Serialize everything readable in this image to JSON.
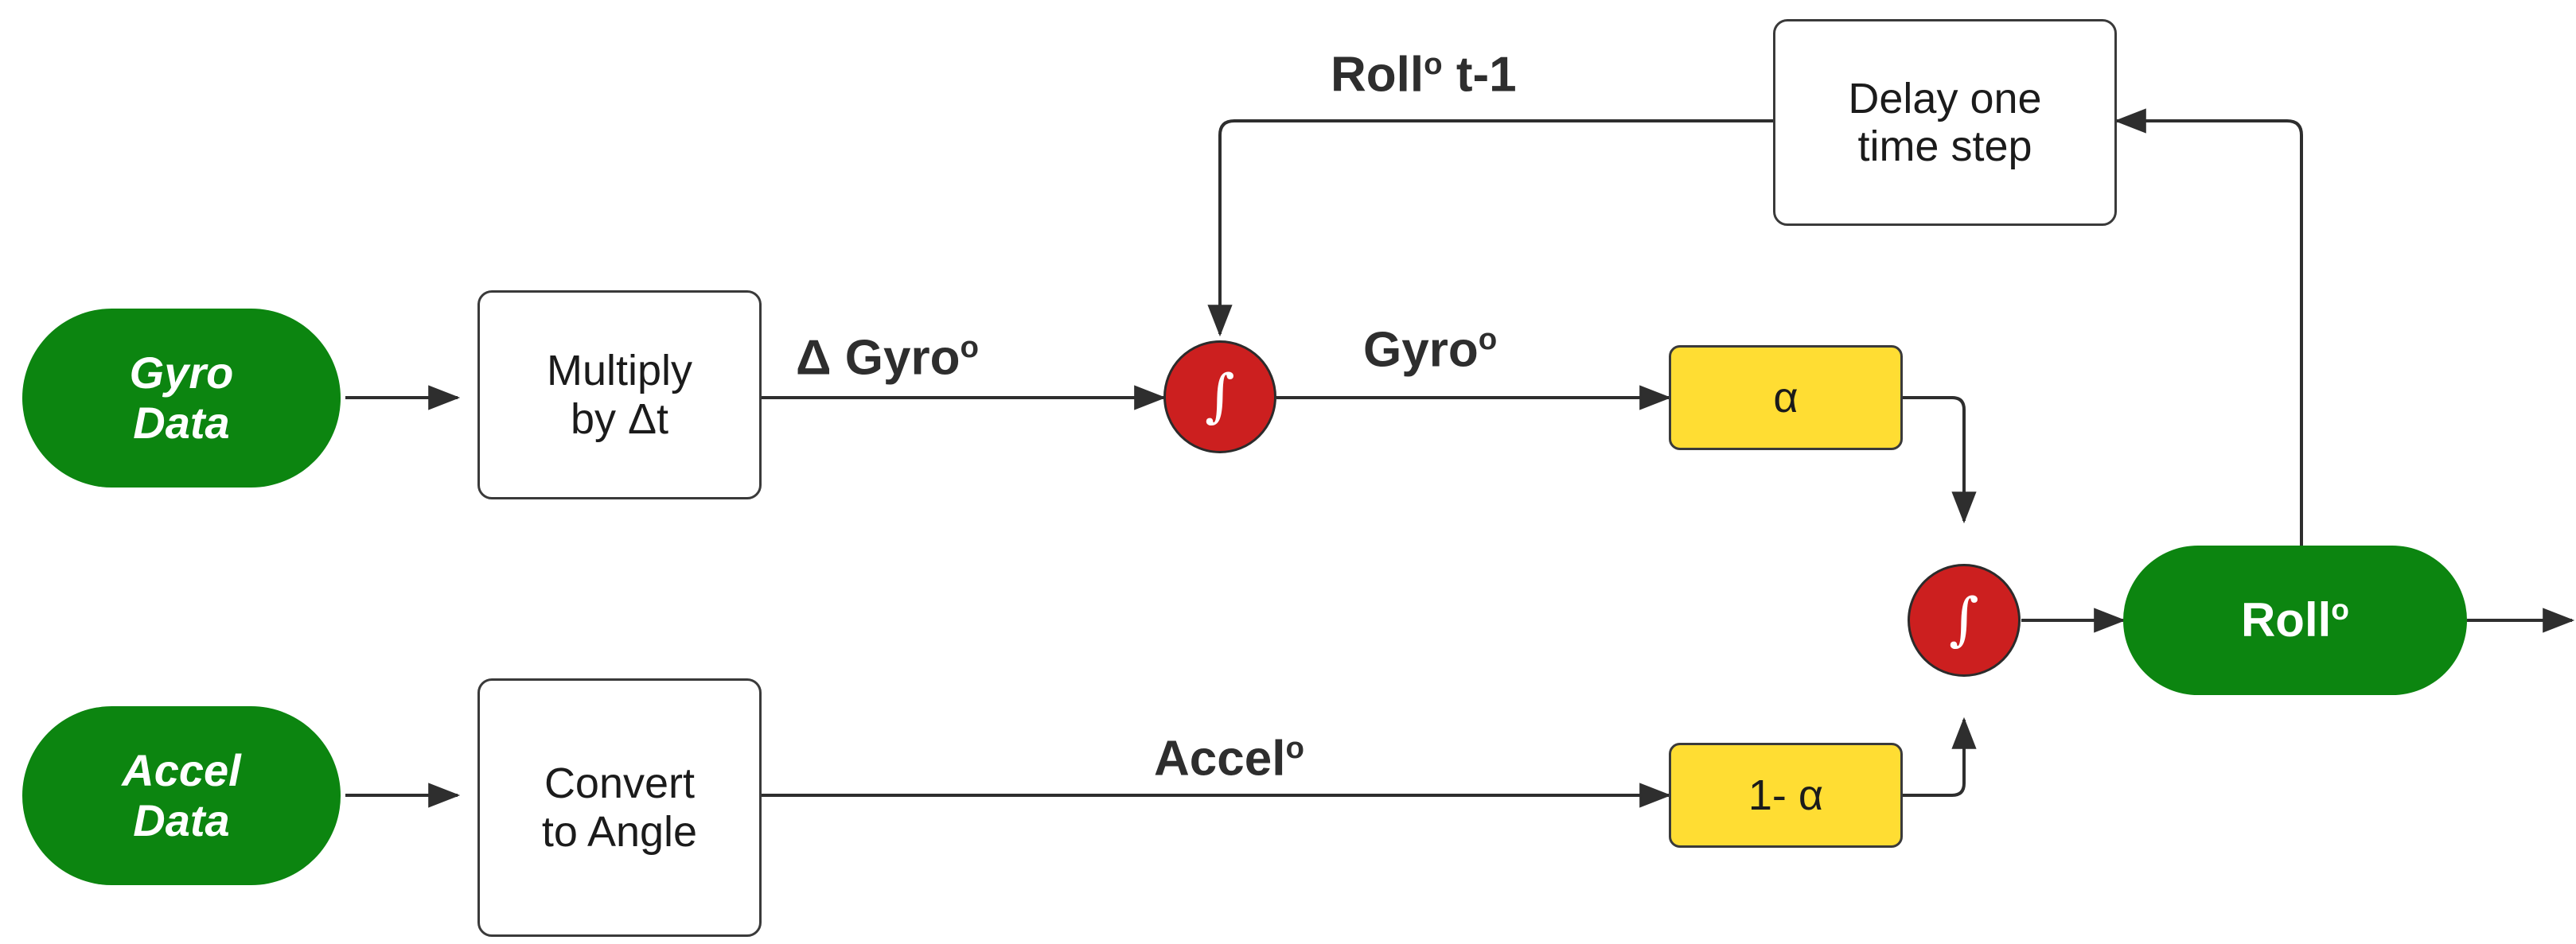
{
  "diagram": {
    "title": "Complementary filter roll-angle estimation block diagram",
    "colors": {
      "terminator_fill": "#0c8510",
      "process_fill": "#ffffff",
      "process_stroke": "#3a3a3a",
      "gain_fill": "#ffdd33",
      "integrator_fill": "#cc1f1f",
      "wire": "#2e2e2e",
      "label_text": "#2e2e2e",
      "background": "#ffffff"
    },
    "nodes": {
      "gyro_data": {
        "line1": "Gyro",
        "line2": "Data"
      },
      "accel_data": {
        "line1": "Accel",
        "line2": "Data"
      },
      "multiply_dt": {
        "line1": "Multiply",
        "line2": "by Δt"
      },
      "convert_angle": {
        "line1": "Convert",
        "line2": "to Angle"
      },
      "delay": {
        "line1": "Delay one",
        "line2": "time step"
      },
      "alpha": {
        "label": "α"
      },
      "one_minus_alpha": {
        "label": "1- α"
      },
      "integrator_gyro": {
        "glyph": "∫"
      },
      "integrator_fuse": {
        "glyph": "∫"
      },
      "roll_output": {
        "base": "Roll",
        "sup": "o"
      }
    },
    "edge_labels": {
      "delta_gyro": {
        "base": "Δ Gyro",
        "sup": "o"
      },
      "gyro_deg": {
        "base": "Gyro",
        "sup": "o"
      },
      "accel_deg": {
        "base": "Accel",
        "sup": "o"
      },
      "roll_prev": {
        "base": "Roll",
        "sup": "o",
        "suffix": " t-1"
      }
    }
  }
}
